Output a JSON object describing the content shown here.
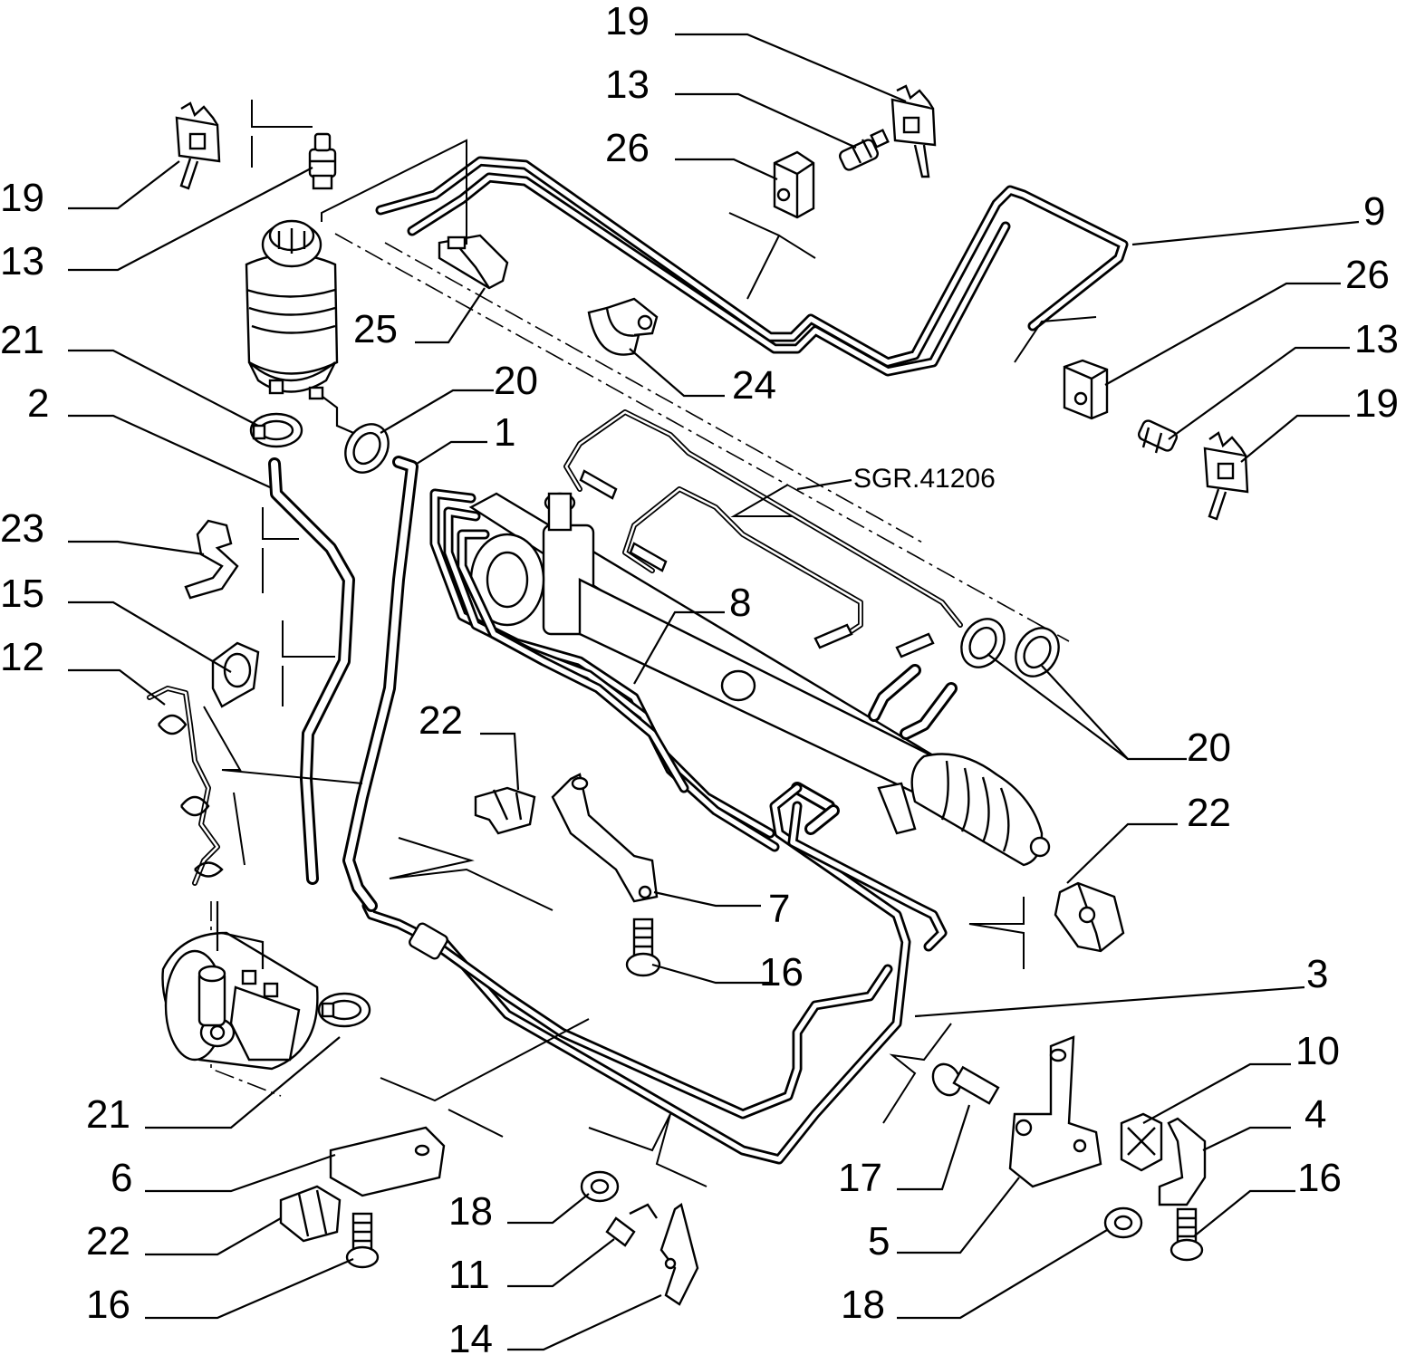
{
  "diagram": {
    "reference_code": "SGR.41206",
    "part_labels": [
      {
        "id": "lbl-19-top",
        "text": "19"
      },
      {
        "id": "lbl-13-top",
        "text": "13"
      },
      {
        "id": "lbl-26-top",
        "text": "26"
      },
      {
        "id": "lbl-9",
        "text": "9"
      },
      {
        "id": "lbl-26-right",
        "text": "26"
      },
      {
        "id": "lbl-13-right",
        "text": "13"
      },
      {
        "id": "lbl-19-right",
        "text": "19"
      },
      {
        "id": "lbl-19-left",
        "text": "19"
      },
      {
        "id": "lbl-13-left",
        "text": "13"
      },
      {
        "id": "lbl-25",
        "text": "25"
      },
      {
        "id": "lbl-24",
        "text": "24"
      },
      {
        "id": "lbl-21-upper",
        "text": "21"
      },
      {
        "id": "lbl-20-upper",
        "text": "20"
      },
      {
        "id": "lbl-2",
        "text": "2"
      },
      {
        "id": "lbl-1",
        "text": "1"
      },
      {
        "id": "lbl-23",
        "text": "23"
      },
      {
        "id": "lbl-15",
        "text": "15"
      },
      {
        "id": "lbl-12",
        "text": "12"
      },
      {
        "id": "lbl-8",
        "text": "8"
      },
      {
        "id": "lbl-22-mid",
        "text": "22"
      },
      {
        "id": "lbl-20-right",
        "text": "20"
      },
      {
        "id": "lbl-22-right",
        "text": "22"
      },
      {
        "id": "lbl-7",
        "text": "7"
      },
      {
        "id": "lbl-16-mid",
        "text": "16"
      },
      {
        "id": "lbl-3",
        "text": "3"
      },
      {
        "id": "lbl-10",
        "text": "10"
      },
      {
        "id": "lbl-4",
        "text": "4"
      },
      {
        "id": "lbl-16-right",
        "text": "16"
      },
      {
        "id": "lbl-17",
        "text": "17"
      },
      {
        "id": "lbl-21-lower",
        "text": "21"
      },
      {
        "id": "lbl-6",
        "text": "6"
      },
      {
        "id": "lbl-22-lower",
        "text": "22"
      },
      {
        "id": "lbl-16-lower",
        "text": "16"
      },
      {
        "id": "lbl-18-mid",
        "text": "18"
      },
      {
        "id": "lbl-11",
        "text": "11"
      },
      {
        "id": "lbl-14",
        "text": "14"
      },
      {
        "id": "lbl-5",
        "text": "5"
      },
      {
        "id": "lbl-18-right",
        "text": "18"
      }
    ]
  },
  "colors": {
    "ink": "#000000",
    "paper": "#ffffff"
  }
}
